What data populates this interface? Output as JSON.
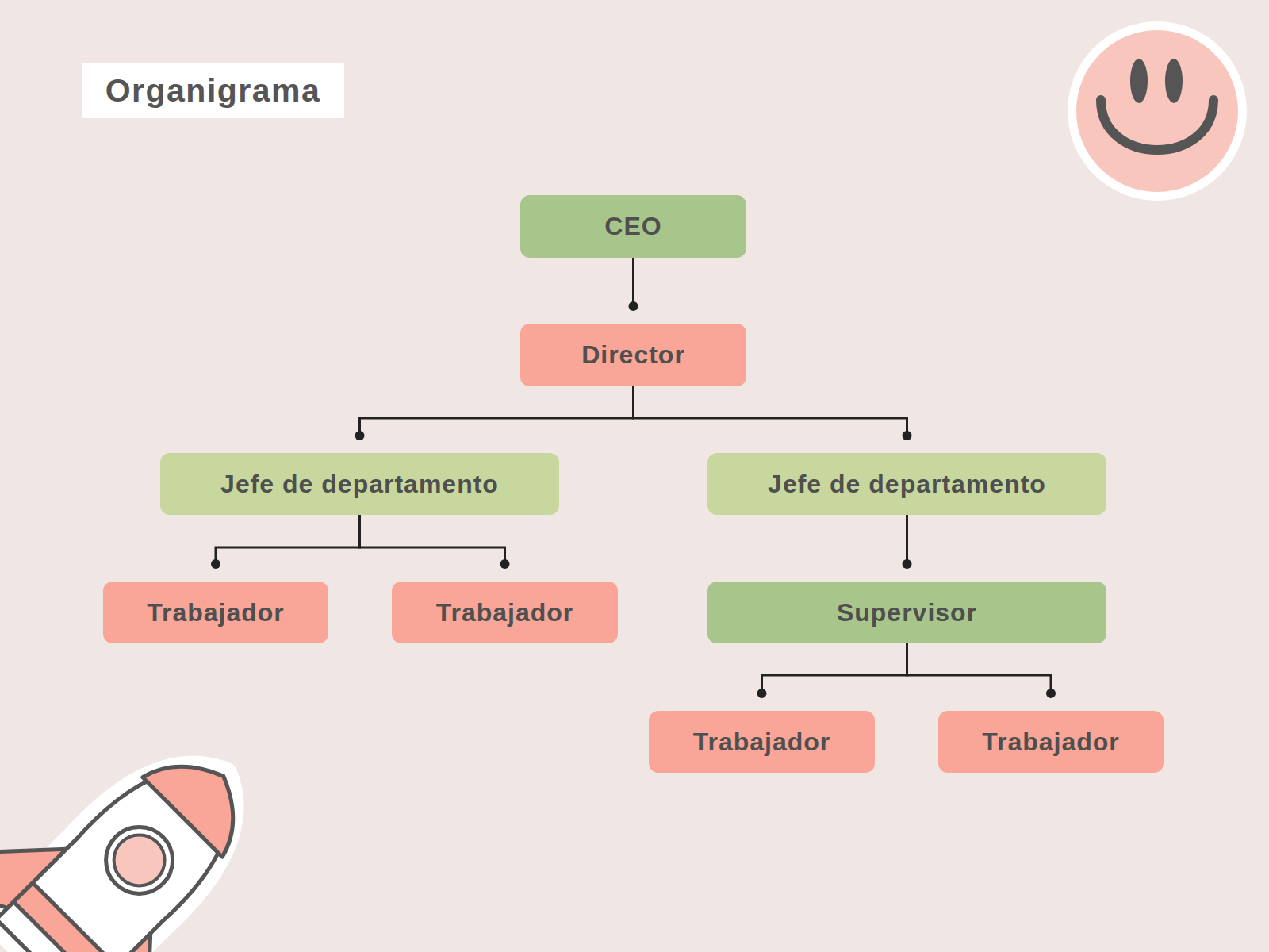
{
  "diagram": {
    "title": "Organigrama",
    "nodes": [
      {
        "text": [
          "CEO"
        ]
      },
      {
        "text": [
          "Director"
        ]
      },
      {
        "text": [
          "Jefe de departamento"
        ]
      },
      {
        "text": [
          "Jefe de departamento"
        ]
      },
      {
        "text": [
          "Trabajador"
        ]
      },
      {
        "text": [
          "Trabajador"
        ]
      },
      {
        "text": [
          "Supervisor"
        ]
      },
      {
        "text": [
          "Trabajador"
        ]
      },
      {
        "text": [
          "Trabajador"
        ]
      }
    ],
    "edges": [
      {
        "from": 0,
        "to": 1,
        "arrow": "to"
      },
      {
        "from": 1,
        "to": 2,
        "arrow": "to"
      },
      {
        "from": 1,
        "to": 3,
        "arrow": "to"
      },
      {
        "from": 2,
        "to": 4,
        "arrow": "to"
      },
      {
        "from": 2,
        "to": 5,
        "arrow": "to"
      },
      {
        "from": 3,
        "to": 6,
        "arrow": "to"
      },
      {
        "from": 6,
        "to": 7,
        "arrow": "to"
      },
      {
        "from": 6,
        "to": 8,
        "arrow": "to"
      }
    ]
  }
}
